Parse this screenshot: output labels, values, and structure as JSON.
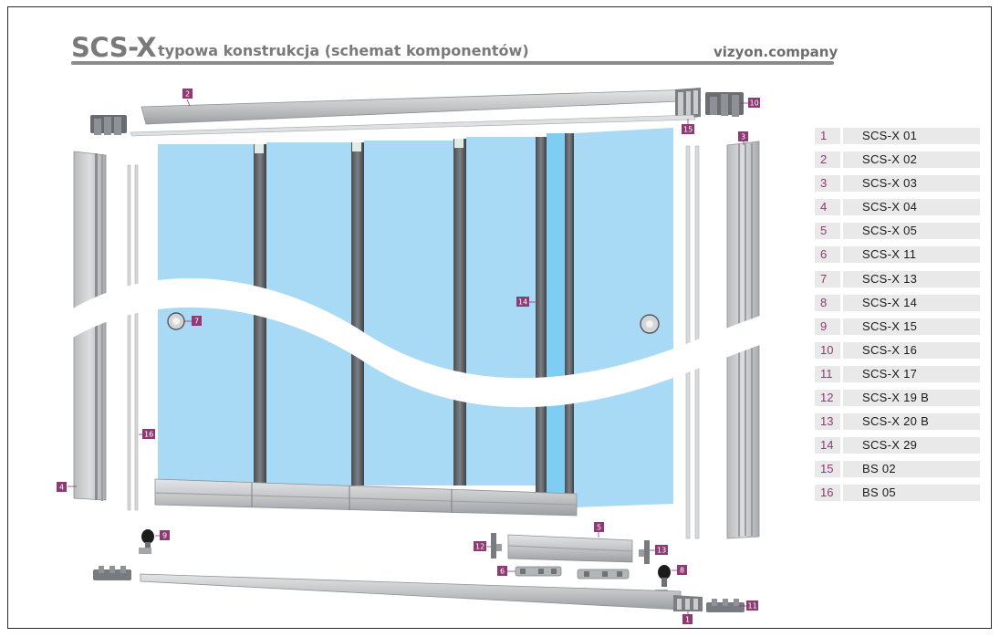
{
  "header": {
    "title": "SCS-X",
    "subtitle": "typowa konstrukcja (schemat komponentów)",
    "brand": "vizyon.company"
  },
  "colors": {
    "glass": "#a8daf6",
    "glass_accent": "#7ecef4",
    "profile": "#c9cbcd",
    "profile_dark": "#8b8e91",
    "callout": "#8e3a74"
  },
  "callouts": [
    "1",
    "2",
    "3",
    "4",
    "5",
    "6",
    "7",
    "8",
    "9",
    "10",
    "11",
    "12",
    "13",
    "14",
    "15",
    "16"
  ],
  "parts": [
    {
      "num": "1",
      "code": "SCS-X 01"
    },
    {
      "num": "2",
      "code": "SCS-X 02"
    },
    {
      "num": "3",
      "code": "SCS-X 03"
    },
    {
      "num": "4",
      "code": "SCS-X 04"
    },
    {
      "num": "5",
      "code": "SCS-X 05"
    },
    {
      "num": "6",
      "code": "SCS-X 11"
    },
    {
      "num": "7",
      "code": "SCS-X 13"
    },
    {
      "num": "8",
      "code": "SCS-X 14"
    },
    {
      "num": "9",
      "code": "SCS-X 15"
    },
    {
      "num": "10",
      "code": "SCS-X 16"
    },
    {
      "num": "11",
      "code": "SCS-X 17"
    },
    {
      "num": "12",
      "code": "SCS-X 19 B"
    },
    {
      "num": "13",
      "code": "SCS-X 20 B"
    },
    {
      "num": "14",
      "code": "SCS-X 29"
    },
    {
      "num": "15",
      "code": "BS 02"
    },
    {
      "num": "16",
      "code": "BS 05"
    }
  ]
}
